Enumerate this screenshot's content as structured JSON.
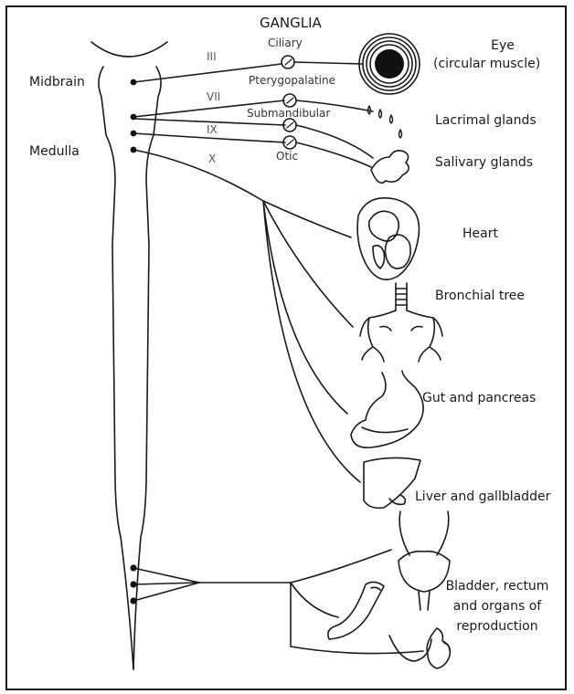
{
  "title": "GANGLIA",
  "cns": {
    "midbrain": "Midbrain",
    "medulla": "Medulla"
  },
  "nerves": [
    "III",
    "VII",
    "IX",
    "X"
  ],
  "ganglia": [
    "Ciliary",
    "Pterygopalatine",
    "Submandibular",
    "Otic"
  ],
  "organs": {
    "eye_line1": "Eye",
    "eye_line2": "(circular muscle)",
    "lacrimal": "Lacrimal glands",
    "salivary": "Salivary glands",
    "heart": "Heart",
    "bronchial": "Bronchial tree",
    "gut": "Gut and pancreas",
    "liver": "Liver and gallbladder",
    "bladder_line1": "Bladder, rectum",
    "bladder_line2": "and organs of",
    "bladder_line3": "reproduction"
  }
}
